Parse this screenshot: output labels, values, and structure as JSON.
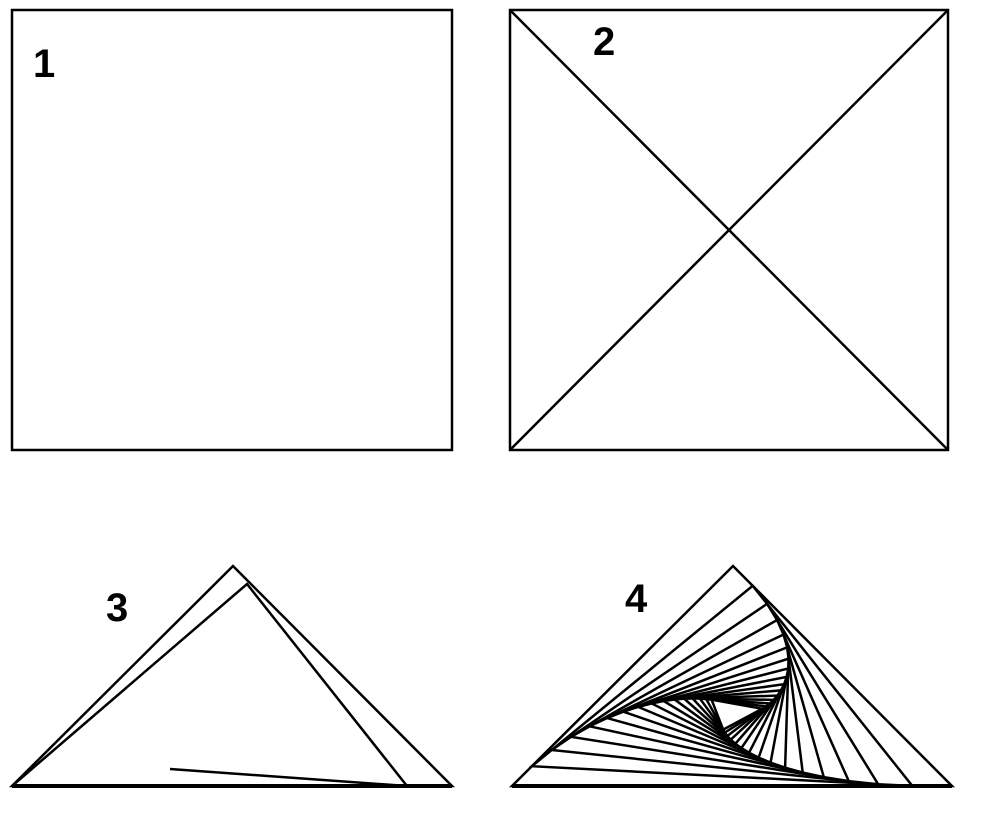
{
  "panels": [
    {
      "label": "1"
    },
    {
      "label": "2"
    },
    {
      "label": "3"
    },
    {
      "label": "4"
    }
  ],
  "colors": {
    "stroke": "#000000",
    "background": "#ffffff"
  }
}
